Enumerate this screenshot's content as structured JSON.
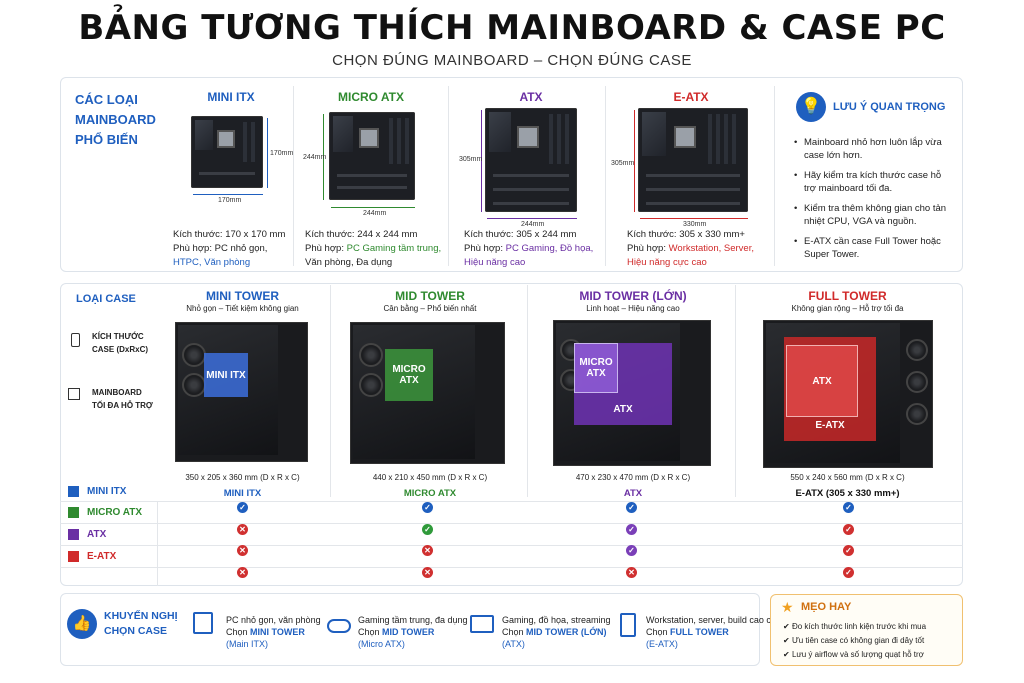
{
  "header": {
    "title": "BẢNG TƯƠNG THÍCH MAINBOARD & CASE PC",
    "subtitle": "CHỌN ĐÚNG MAINBOARD – CHỌN ĐÚNG CASE"
  },
  "mainboards": {
    "heading": [
      "CÁC LOẠI",
      "MAINBOARD",
      "PHỔ BIẾN"
    ],
    "items": [
      {
        "name": "MINI ITX",
        "dim_w": "170mm",
        "dim_h": "170mm",
        "size": "Kích thước: 170 x 170 mm",
        "fit_label": "Phù hợp:",
        "fit": "PC nhỏ gọn,",
        "fit2": "HTPC, Văn phòng"
      },
      {
        "name": "MICRO ATX",
        "dim_w": "244mm",
        "dim_h": "244mm",
        "size": "Kích thước: 244 x 244 mm",
        "fit_label": "Phù hợp:",
        "fit": "PC Gaming tầm trung,",
        "fit2": "Văn phòng, Đa dụng"
      },
      {
        "name": "ATX",
        "dim_w": "244mm",
        "dim_h": "305mm",
        "size": "Kích thước: 305 x 244 mm",
        "fit_label": "Phù hợp:",
        "fit": "PC Gaming, Đồ họa,",
        "fit2": "Hiệu năng cao"
      },
      {
        "name": "E-ATX",
        "dim_w": "330mm",
        "dim_h": "305mm",
        "size": "Kích thước: 305 x 330 mm+",
        "fit_label": "Phù hợp:",
        "fit": "Workstation, Server,",
        "fit2": "Hiệu năng cực cao"
      }
    ],
    "colors": {
      "mini": "#1f5fbf",
      "micro": "#2f8a2f",
      "atx": "#6a2fa3",
      "eatx": "#d02a2a"
    }
  },
  "notes": {
    "title": "LƯU Ý QUAN TRỌNG",
    "items": [
      "Mainboard nhỏ hơn luôn lắp vừa case lớn hơn.",
      "Hãy kiểm tra kích thước case hỗ trợ mainboard tối đa.",
      "Kiểm tra thêm không gian cho tản nhiệt CPU, VGA và nguồn.",
      "E-ATX cần case Full Tower hoặc Super Tower."
    ]
  },
  "cases": {
    "heading": "LOẠI CASE",
    "label_size": [
      "KÍCH THƯỚC",
      "CASE (DxRxC)"
    ],
    "label_mb": [
      "MAINBOARD",
      "TỐI ĐA HỖ TRỢ"
    ],
    "items": [
      {
        "name": "MINI TOWER",
        "desc": "Nhỏ gọn – Tiết kiệm không gian",
        "size": "350 x 205 x 360 mm (D x R x C)",
        "max": "MINI ITX",
        "overlay": [
          "MINI ITX"
        ]
      },
      {
        "name": "MID TOWER",
        "desc": "Cân bằng – Phổ biến nhất",
        "size": "440 x 210 x 450 mm (D x R x C)",
        "max": "MICRO ATX",
        "overlay": [
          "MICRO ATX"
        ]
      },
      {
        "name": "MID TOWER (LỚN)",
        "desc": "Linh hoạt – Hiệu năng cao",
        "size": "470 x 230 x 470 mm (D x R x C)",
        "max": "ATX",
        "overlay": [
          "MICRO ATX",
          "ATX"
        ]
      },
      {
        "name": "FULL TOWER",
        "desc": "Không gian rộng – Hỗ trợ tối đa",
        "size": "550 x 240 x 560 mm (D x R x C)",
        "max": "E-ATX (305 x 330 mm+)",
        "overlay": [
          "ATX",
          "E-ATX"
        ]
      }
    ]
  },
  "matrix": {
    "rows": [
      {
        "label": "MINI ITX",
        "cells": [
          "check",
          "check",
          "check",
          "check"
        ]
      },
      {
        "label": "MICRO ATX",
        "cells": [
          "x",
          "check",
          "check",
          "check"
        ]
      },
      {
        "label": "ATX",
        "cells": [
          "x",
          "x",
          "check",
          "check"
        ]
      },
      {
        "label": "E-ATX",
        "cells": [
          "x",
          "x",
          "x",
          "check"
        ]
      }
    ]
  },
  "recommend": {
    "title": [
      "KHUYẾN NGHỊ",
      "CHỌN CASE"
    ],
    "items": [
      {
        "use": "PC nhỏ gọn, văn phòng",
        "pick": "Chọn",
        "case": "MINI TOWER",
        "mb": "(Main ITX)",
        "icon": "box-icon"
      },
      {
        "use": "Gaming tầm trung, đa dụng",
        "pick": "Chọn",
        "case": "MID TOWER",
        "mb": "(Micro ATX)",
        "icon": "gamepad-icon"
      },
      {
        "use": "Gaming, đồ họa, streaming",
        "pick": "Chọn",
        "case": "MID TOWER (LỚN)",
        "mb": "(ATX)",
        "icon": "monitor-icon"
      },
      {
        "use": "Workstation, server, build cao cấp",
        "pick": "Chọn",
        "case": "FULL TOWER",
        "mb": "(E-ATX)",
        "icon": "server-icon"
      }
    ]
  },
  "tips": {
    "title": "MẸO HAY",
    "items": [
      "Đo kích thước linh kiện trước khi mua",
      "Ưu tiên case có không gian đi dây tốt",
      "Lưu ý airflow và số lượng quạt hỗ trợ"
    ]
  }
}
